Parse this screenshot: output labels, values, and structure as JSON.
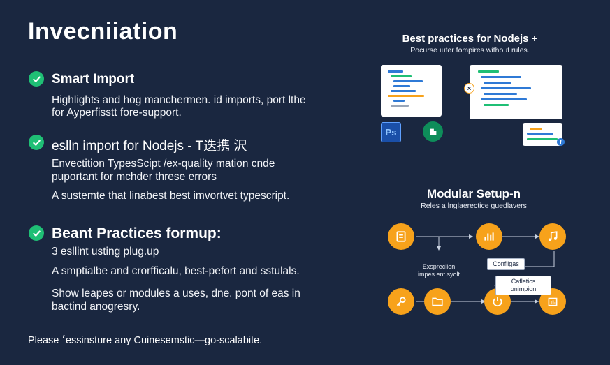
{
  "title": "Invecniiation",
  "sections": [
    {
      "heading": "Smart Import",
      "body": [
        "Highlights and hog manchermen. id imports, port lthe",
        "for Ayperfisstt fore-support."
      ]
    },
    {
      "heading": "eslln import for Nodejs - T迭携 沢",
      "body": [
        "Envectition TypesScipt /ex-quality mation cnde",
        "puportant for mchder threse errors"
      ],
      "extra": "A ׃sustemte that linabest best imvortvet typescript."
    },
    {
      "heading": "Beant Practices formup:",
      "body": [
        "3 esllint usting plug.up"
      ],
      "extra": "A smptialbe and crorfficalu, best-pefort and sstulals.",
      "extra2": [
        "Show leapes or modules a uses, dne. pont of eas in",
        "bactind anogresry."
      ]
    }
  ],
  "footer": "Please ׳essinsture any Cuinesemstic—go-scalabite.",
  "right_top": {
    "title": "Best practices for Nodejs +",
    "subtitle": "Pocurse ıuter fompires without rules.",
    "ps_label": "Ps"
  },
  "right_bottom": {
    "title": "Modular Setup-n",
    "subtitle": "Reles a lnglaerectice guedlavers",
    "label_expr": "Exspreclion",
    "label_impl": "impes ent syolt",
    "tag_configs": "Confiigas",
    "tag_options": "Cafletics onimpion"
  },
  "colors": {
    "background": "#1a2740",
    "check": "#1fbf75",
    "node": "#f7a21b",
    "accent_blue": "#2f7ad6"
  },
  "icons": [
    "check-icon",
    "photoshop-icon",
    "shield-icon",
    "close-icon",
    "facebook-icon",
    "document-icon",
    "chart-icon",
    "music-icon",
    "key-icon",
    "folder-icon",
    "power-icon",
    "bars-icon"
  ]
}
